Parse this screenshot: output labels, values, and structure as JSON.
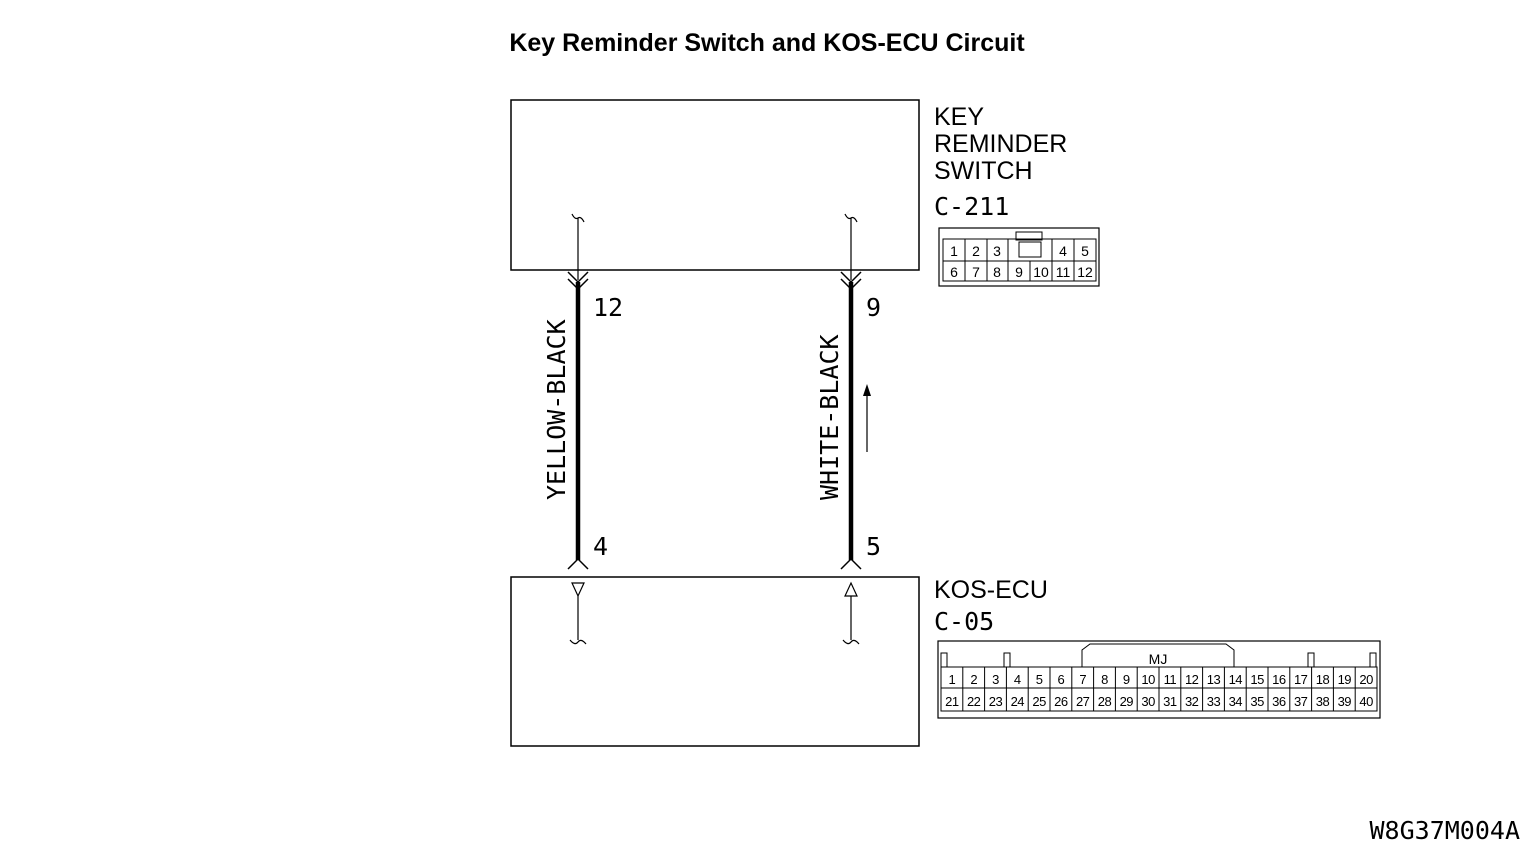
{
  "title": "Key Reminder Switch and KOS-ECU Circuit",
  "key_switch": {
    "name_lines": [
      "KEY",
      "REMINDER",
      "SWITCH"
    ],
    "connector": "C-211",
    "pins_top": [
      "1",
      "2",
      "3",
      "4",
      "5"
    ],
    "pins_bottom": [
      "6",
      "7",
      "8",
      "9",
      "10",
      "11",
      "12"
    ]
  },
  "kos_ecu": {
    "name": "KOS-ECU",
    "connector": "C-05",
    "mj_label": "MJ",
    "pins_top": [
      "1",
      "2",
      "3",
      "4",
      "5",
      "6",
      "7",
      "8",
      "9",
      "10",
      "11",
      "12",
      "13",
      "14",
      "15",
      "16",
      "17",
      "18",
      "19",
      "20"
    ],
    "pins_bottom": [
      "21",
      "22",
      "23",
      "24",
      "25",
      "26",
      "27",
      "28",
      "29",
      "30",
      "31",
      "32",
      "33",
      "34",
      "35",
      "36",
      "37",
      "38",
      "39",
      "40"
    ]
  },
  "wires": [
    {
      "color_label": "YELLOW-BLACK",
      "top_pin": "12",
      "bottom_pin": "4"
    },
    {
      "color_label": "WHITE-BLACK",
      "top_pin": "9",
      "bottom_pin": "5"
    }
  ],
  "figure_code": "W8G37M004A"
}
